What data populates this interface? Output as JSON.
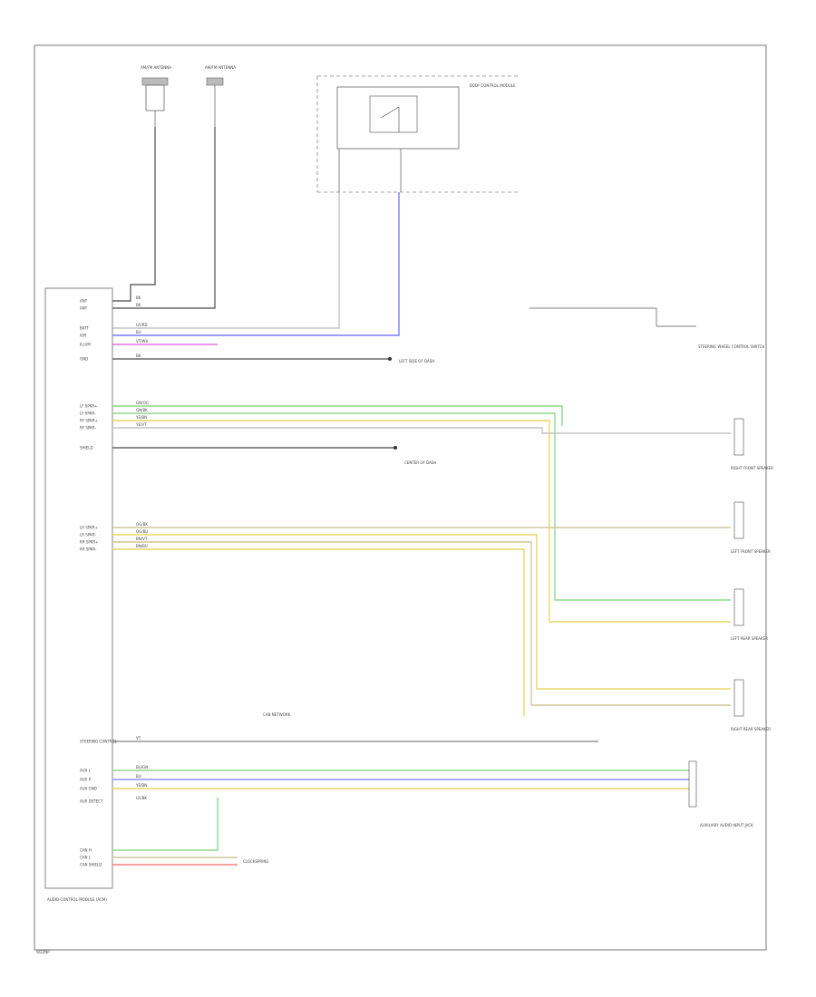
{
  "footer_code": "W2ZNP",
  "wire_colors": {
    "black": "#666666",
    "gray": "#c4c4c4",
    "blue": "#7a7aff",
    "magenta": "#e070e0",
    "green": "#8ed88e",
    "yellow": "#e6d868",
    "tan": "#cfc79a",
    "violet_blue": "#8f8fff",
    "pink": "#f08080"
  },
  "components": {
    "antenna_left": "AM/FM ANTENNA",
    "antenna_right": "AM/FM ANTENNA",
    "fuse_box": "BODY CONTROL MODULE",
    "head_unit": "AUDIO CONTROL MODULE (ACM)",
    "steering_switch": "STEERING WHEEL CONTROL SWITCH",
    "right_front_speaker": "RIGHT FRONT SPEAKER",
    "left_front_speaker": "LEFT FRONT SPEAKER",
    "left_rear_speaker": "LEFT REAR SPEAKER",
    "right_rear_speaker": "RIGHT REAR SPEAKER",
    "aux_jack": "AUXILIARY AUDIO INPUT JACK",
    "ground_left": "LEFT SIDE OF DASH",
    "ground_center": "CENTER OF DASH",
    "can_network": "CAN NETWORK",
    "clockspring": "CLOCKSPRING"
  },
  "pins": [
    "ANT",
    "ANT",
    "BATT",
    "IGN",
    "ILLUM",
    "GND",
    "LF SPKR+",
    "LF SPKR-",
    "RF SPKR+",
    "RF SPKR-",
    "SHIELD",
    "LR SPKR+",
    "LR SPKR-",
    "RR SPKR+",
    "RR SPKR-",
    "STEERING CONTROL",
    "AUX L",
    "AUX R",
    "AUX GND",
    "AUX DETECT",
    "CAN H",
    "CAN L",
    "CAN SHIELD"
  ],
  "wire_labels": [
    "BK",
    "BK",
    "GY/RD",
    "BU",
    "VT/WH",
    "BK",
    "GN/OG",
    "GN/BK",
    "YE/BN",
    "YE/VT",
    "OG/BK",
    "OG/BU",
    "BN/VT",
    "BN/BU",
    "VT",
    "BU/GN",
    "BU",
    "YE/BN",
    "GY/BK"
  ]
}
